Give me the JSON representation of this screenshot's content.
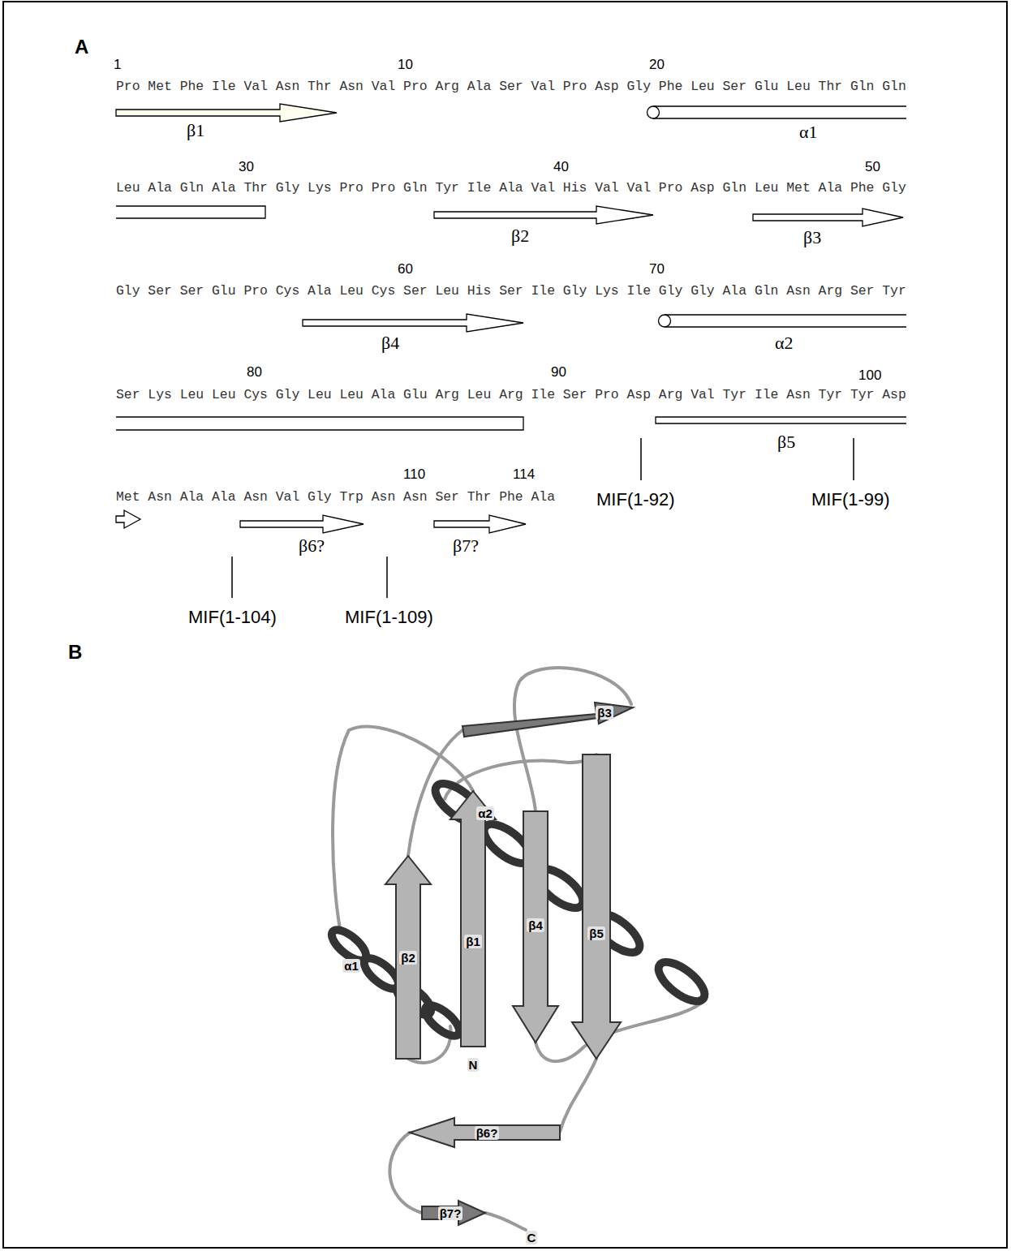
{
  "diagram": {
    "labels": [
      "A",
      "1",
      "10",
      "20",
      "Pro Met Phe Ile Val Asn Thr Asn Val Pro Arg Ala Ser Val Pro Asp Gly Phe Leu Ser Glu Leu Thr Gln Gln",
      "β1",
      "α1",
      "30",
      "40",
      "50",
      "Leu Ala Gln Ala Thr Gly Lys Pro Pro Gln Tyr Ile Ala Val His Val Val Pro Asp Gln Leu Met Ala Phe Gly",
      "β2",
      "β3",
      "60",
      "70",
      "Gly Ser Ser Glu Pro Cys Ala Leu Cys Ser Leu His Ser Ile Gly Lys Ile Gly Gly Ala Gln Asn Arg Ser Tyr",
      "β4",
      "α2",
      "80",
      "90",
      "100",
      "Ser Lys Leu Leu Cys Gly Leu Leu Ala Glu Arg Leu Arg Ile Ser Pro Asp Arg Val Tyr Ile Asn Tyr Tyr Asp",
      "β5",
      "MIF(1-92)",
      "MIF(1-99)",
      "110",
      "114",
      "Met Asn Ala Ala Asn Val Gly Trp Asn Asn Ser Thr Phe Ala",
      "β6?",
      "β7?",
      "MIF(1-104)",
      "MIF(1-109)",
      "B",
      "α1",
      "β2",
      "β1",
      "β4",
      "β5",
      "α2",
      "β3",
      "β6?",
      "β7?",
      "N",
      "C"
    ]
  }
}
